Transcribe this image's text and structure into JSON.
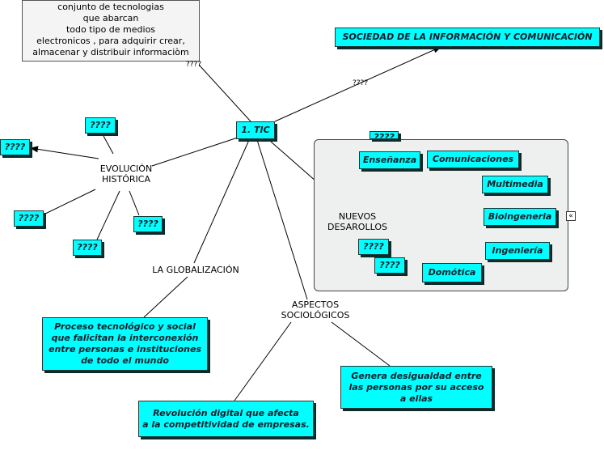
{
  "definition_text": "conjunto de tecnologias\nque abarcan\ntodo tipo de medios\nelectronicos , para adquirir crear,\nalmacenar y distribuir informaciòm",
  "link_label_definition": "????",
  "link_label_sociedad": "????",
  "root": "1. TIC",
  "sociedad": "SOCIEDAD DE LA INFORMACIÓN Y COMUNICACIÓN",
  "evolucion": {
    "label": "EVOLUCIÓN\nHISTÓRICA",
    "nodes": [
      "????",
      "????",
      "????",
      "????",
      "????"
    ]
  },
  "globalizacion": {
    "label": "LA GLOBALIZACIÓN",
    "desc": "Proceso tecnológico y social\nque falicitan la interconexión\nentre personas e instituciones\nde todo el mundo"
  },
  "aspectos": {
    "label": "ASPECTOS\nSOCIOLÓGICOS",
    "desc1": "Revolución digital que afecta\na la competitividad de empresas.",
    "desc2": "Genera desigualdad entre\nlas personas por su acceso\na ellas"
  },
  "nuevos": {
    "label": "NUEVOS\nDESAROLLOS",
    "hidden_label": "????",
    "items": [
      "Enseñanza",
      "Comunicaciones",
      "Multimedia",
      "Bioingeneria",
      "Ingeniería",
      "Domótica",
      "????",
      "????"
    ]
  },
  "collapse_icon": "collapse-double-chevron-icon",
  "colors": {
    "node_fill": "#00ffff",
    "panel_fill": "#eef0f0",
    "line": "#000000"
  }
}
